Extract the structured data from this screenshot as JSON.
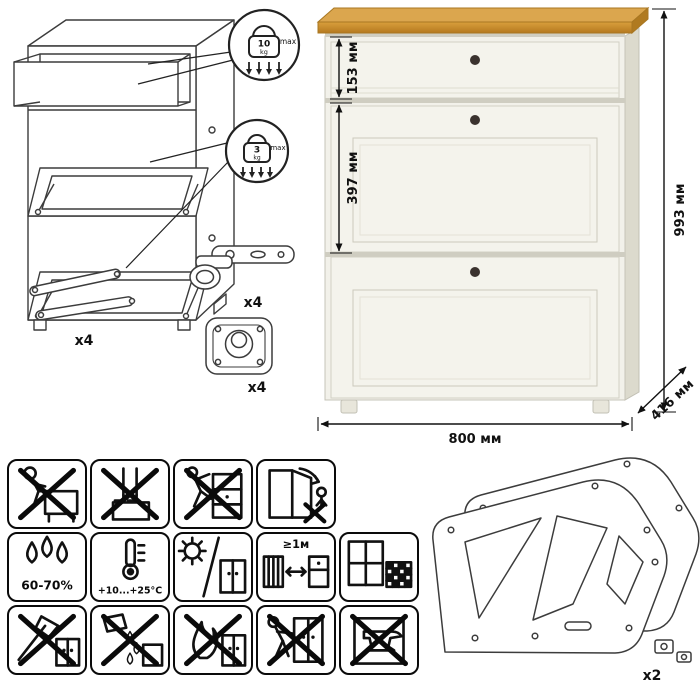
{
  "callouts": {
    "drawer": {
      "weight": "10",
      "unit": "kg",
      "max_label": "max"
    },
    "flap": {
      "weight": "3",
      "unit": "kg",
      "max_label": "max"
    }
  },
  "hardware": {
    "stay_qty": "x4",
    "hinge_qty": "x4",
    "plate_qty": "x4"
  },
  "dimensions": {
    "drawer_height": "153 мм",
    "flap_height": "397 мм",
    "total_height": "993 мм",
    "width": "800 мм",
    "depth": "416 мм"
  },
  "pictograms": {
    "humidity": "60-70%",
    "temperature": "+10...+25°C",
    "min_distance": "≥1м"
  },
  "pictogram_names": [
    "no-sitting",
    "no-standing",
    "no-climbing",
    "tipover-warning",
    "humidity-range",
    "temperature-range",
    "avoid-sunlight",
    "heat-distance",
    "ventilation",
    "no-sharp-impact",
    "no-spills",
    "no-open-flame",
    "no-moving-loaded",
    "no-heavy-load"
  ],
  "panels": {
    "qty": "x2"
  },
  "colors": {
    "wood_top": "#cc8f2e",
    "wood_top_dark": "#b5791f",
    "cabinet_body": "#f2f1ea",
    "cabinet_shadow": "#d9d7cb",
    "knob": "#3a322e",
    "line": "#111111"
  }
}
